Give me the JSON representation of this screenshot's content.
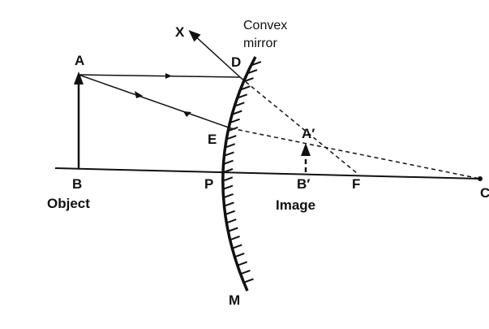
{
  "diagram": {
    "title_lines": [
      "Convex",
      "mirror"
    ],
    "labels": {
      "X": "X",
      "A": "A",
      "B": "B",
      "D": "D",
      "E": "E",
      "P": "P",
      "M": "M",
      "A_prime": "A′",
      "B_prime": "B′",
      "F": "F",
      "C": "C",
      "object": "Object",
      "image": "Image"
    },
    "colors": {
      "ink": "#111111",
      "background": "#ffffff"
    }
  }
}
